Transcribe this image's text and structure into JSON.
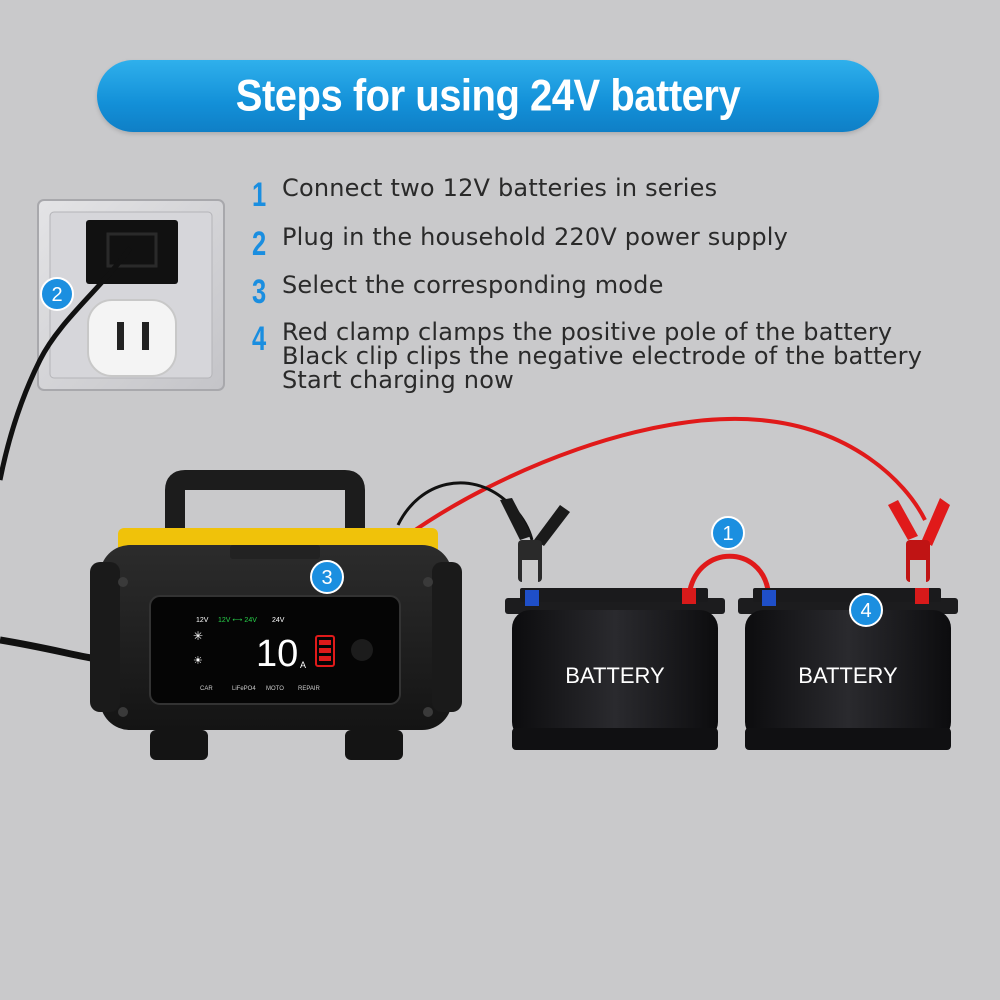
{
  "title": "Steps for using  24V battery",
  "steps": [
    {
      "number": "1",
      "lines": [
        "Connect two 12V batteries in series"
      ]
    },
    {
      "number": "2",
      "lines": [
        "Plug in the household 220V power supply"
      ]
    },
    {
      "number": "3",
      "lines": [
        "Select the corresponding mode"
      ]
    },
    {
      "number": "4",
      "lines": [
        "Red clamp clamps the positive pole of the battery",
        "Black clip clips the negative electrode of the battery",
        "Start charging now"
      ]
    }
  ],
  "badges": {
    "outlet": "2",
    "series_link": "1",
    "charger": "3",
    "clamps": "4"
  },
  "charger_display": {
    "mode_12v": "12V",
    "mode_12_24v": "12V",
    "mode_arrow": "⟷",
    "mode_24v_inline": "24V",
    "mode_24v": "24V",
    "reading": "10",
    "unit": "A",
    "buttons": [
      "CAR",
      "LiFePO4",
      "MOTO",
      "REPAIR"
    ]
  },
  "batteries": [
    "BATTERY",
    "BATTERY"
  ],
  "colors": {
    "background": "#c9c9cb",
    "title_bar": "#1a9ae0",
    "step_number": "#1a8ee0",
    "badge": "#1b8fe0",
    "red_cable": "#e01a1a",
    "charger_accent": "#f0c20a",
    "terminal_positive": "#d81a1a",
    "terminal_negative": "#1f4fc8"
  },
  "icons": [
    "outlet-icon",
    "plug-icon",
    "charger-icon",
    "battery-icon",
    "clamp-icon"
  ]
}
